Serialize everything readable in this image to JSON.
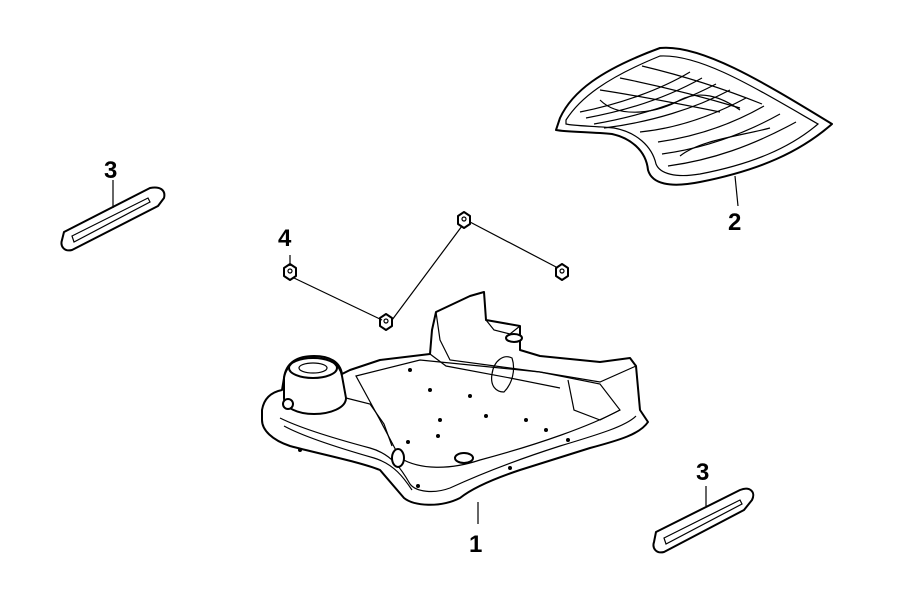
{
  "diagram": {
    "callouts": [
      {
        "label": "1",
        "part": "floor-panel"
      },
      {
        "label": "2",
        "part": "floor-mat"
      },
      {
        "label": "3",
        "part": "trim-strip-left"
      },
      {
        "label": "3",
        "part": "trim-strip-right"
      },
      {
        "label": "4",
        "part": "nuts"
      }
    ]
  }
}
